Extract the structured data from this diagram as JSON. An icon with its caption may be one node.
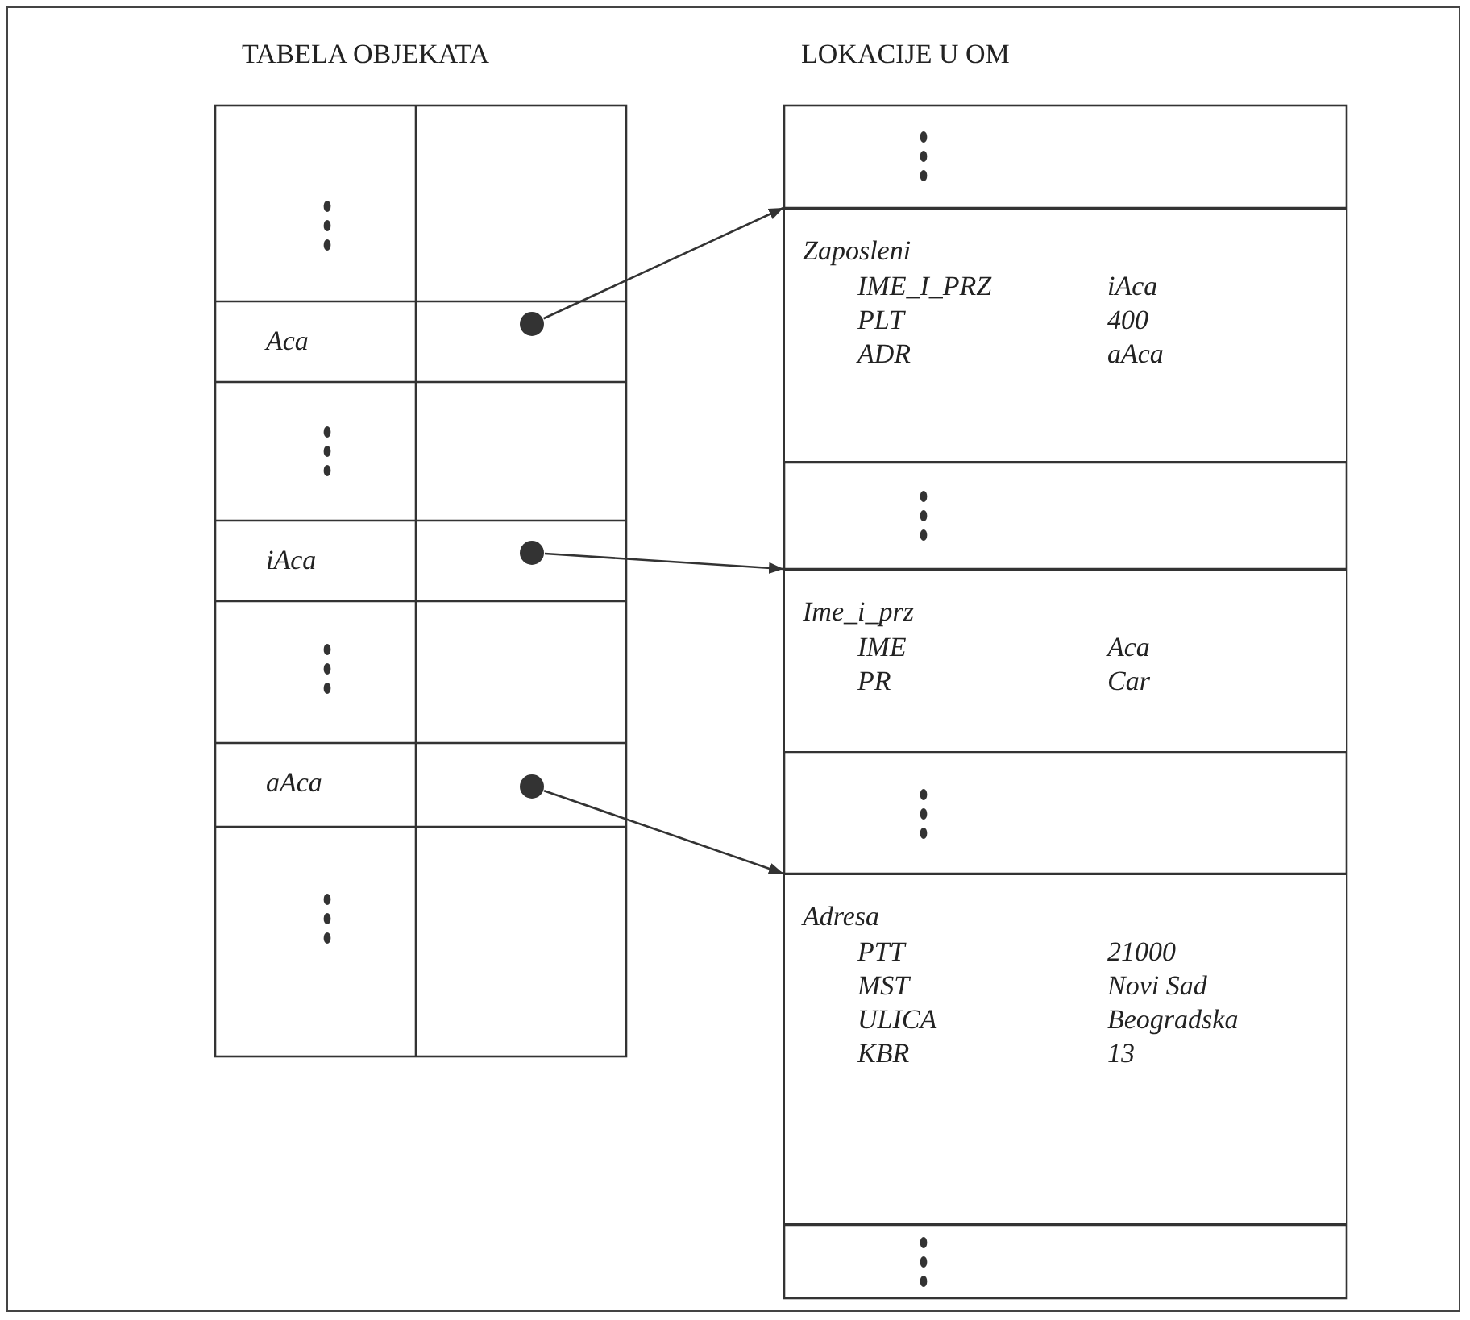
{
  "diagram": {
    "nodes": [
      {
        "text": [
          "TABELA OBJEKATA"
        ]
      },
      {
        "text": [
          "Aca"
        ],
        "in": 0
      },
      {
        "text": [],
        "shape": "circle",
        "in": 0
      },
      {
        "text": [
          "iAca"
        ],
        "in": 0
      },
      {
        "text": [],
        "shape": "circle",
        "in": 0
      },
      {
        "text": [
          "aAca"
        ],
        "in": 0
      },
      {
        "text": [],
        "shape": "circle",
        "in": 0
      },
      {
        "text": [
          "LOKACIJE U OM"
        ]
      },
      {
        "text": [
          "Zaposleni",
          "IME_I_PRZ",
          "iAca",
          "PLT",
          "400",
          "ADR",
          "aAca"
        ],
        "in": 7
      },
      {
        "text": [
          "Ime_i_prz",
          "IME",
          "Aca",
          "PR",
          "Car"
        ],
        "in": 7
      },
      {
        "text": [
          "Adresa",
          "PTT",
          "21000",
          "MST",
          "Novi Sad",
          "ULICA",
          "Beogradska",
          "KBR",
          "13"
        ],
        "in": 7
      }
    ],
    "edges": [
      {
        "from": 2,
        "to": 8,
        "arrow": "to"
      },
      {
        "from": 4,
        "to": 9,
        "arrow": "to"
      },
      {
        "from": 6,
        "to": 10,
        "arrow": "to"
      }
    ]
  }
}
